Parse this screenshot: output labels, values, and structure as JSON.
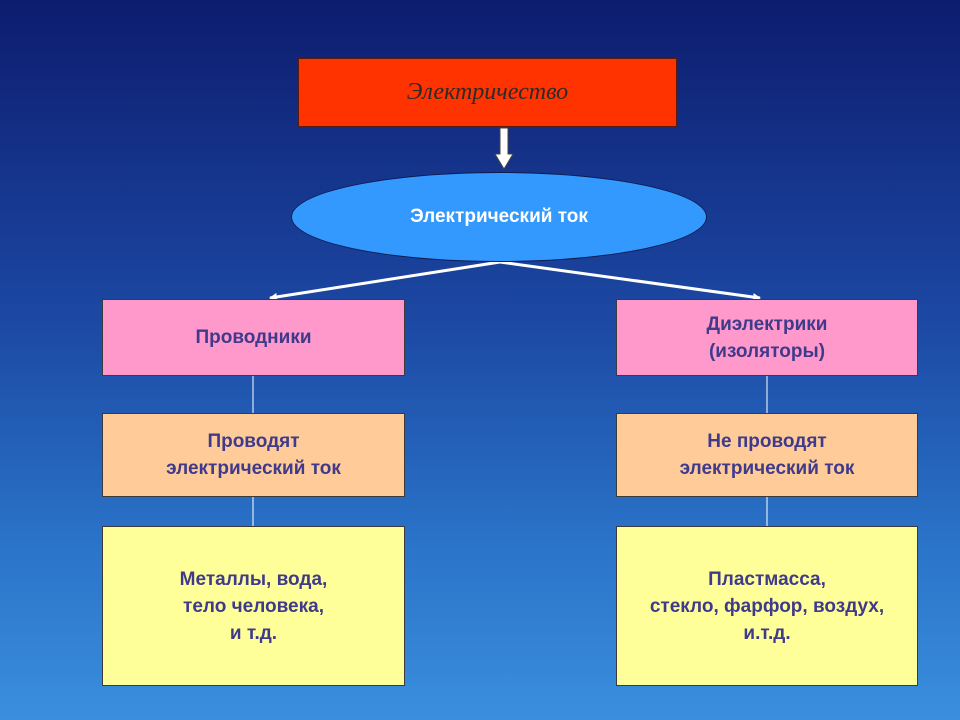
{
  "diagram": {
    "root": {
      "label": "Электричество"
    },
    "current": {
      "label": "Электрический ток"
    },
    "conductors": {
      "title": "Проводники",
      "property": "Проводят\nэлектрический ток",
      "examples": "Металлы, вода,\nтело человека,\nи т.д."
    },
    "dielectrics": {
      "title": "Диэлектрики\n(изоляторы)",
      "property": "Не проводят\nэлектрический ток",
      "examples": "Пластмасса,\nстекло, фарфор, воздух,\nи.т.д."
    },
    "colors": {
      "root_fill": "#ff3300",
      "ellipse_fill": "#3399ff",
      "title_fill": "#ff99cc",
      "property_fill": "#ffcc99",
      "examples_fill": "#ffff99",
      "text_color": "#3f3a8a"
    }
  }
}
